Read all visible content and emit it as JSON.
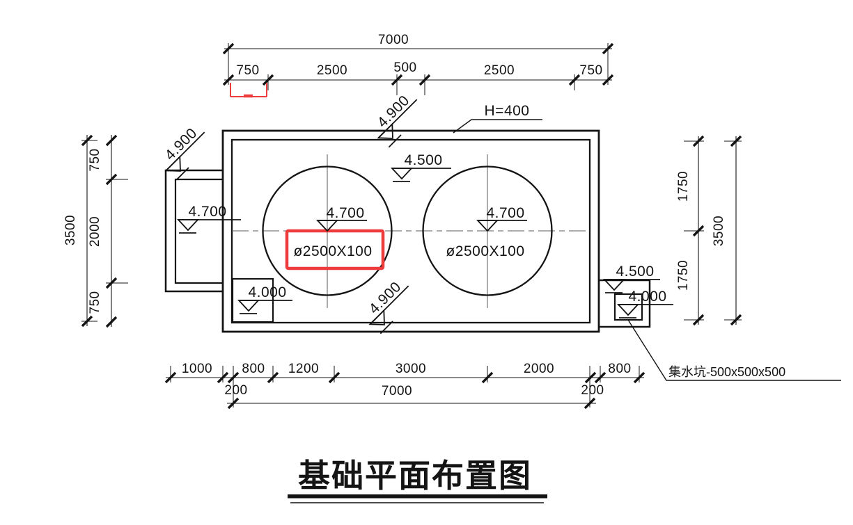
{
  "title": {
    "text": "基础平面布置图"
  },
  "notes": {
    "wall_height": "H=400",
    "sump_pit": "集水坑-500x500x500"
  },
  "foundations": {
    "left_label": "ø2500X100",
    "right_label": "ø2500X100"
  },
  "elevations": {
    "top_left": "4.900",
    "top_center": "4.900",
    "bottom_center": "4.900",
    "tank_top": "4.500",
    "left_pedestal": "4.700",
    "left_circle": "4.700",
    "right_circle": "4.700",
    "bottom_left_step": "4.000",
    "sump_upper": "4.500",
    "sump_lower": "4.000"
  },
  "dimensions": {
    "top": {
      "total": "7000",
      "segments": [
        "750",
        "2500",
        "500",
        "2500",
        "750"
      ]
    },
    "bottom": {
      "total": "7000",
      "segments": [
        "1000",
        "800",
        "1200",
        "3000",
        "2000",
        "800"
      ],
      "insets": [
        "200",
        "200"
      ]
    },
    "left": {
      "total": "3500",
      "segments": [
        "750",
        "2000",
        "750"
      ]
    },
    "right": {
      "total": "3500",
      "segments": [
        "1750",
        "1750"
      ]
    }
  },
  "colors": {
    "highlight": "#ee3b3b"
  }
}
